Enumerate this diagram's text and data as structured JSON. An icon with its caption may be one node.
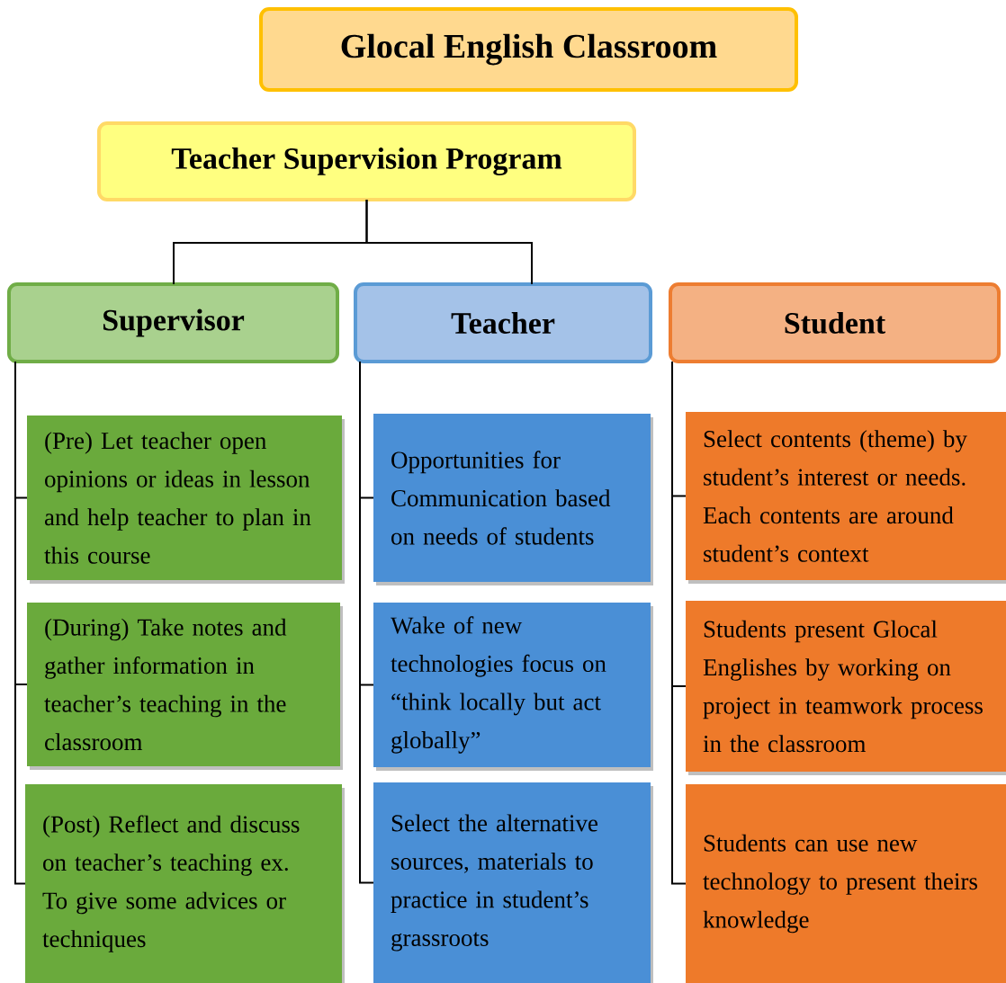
{
  "diagram": {
    "nodes": [
      {
        "text": [
          "Glocal English Classroom"
        ]
      },
      {
        "text": [
          "Teacher Supervision Program"
        ]
      },
      {
        "text": [
          "Supervisor"
        ]
      },
      {
        "text": [
          "Teacher"
        ]
      },
      {
        "text": [
          "Student"
        ]
      },
      {
        "text": [
          "(Pre) Let teacher open opinions or ideas in lesson and help teacher to plan in this course"
        ]
      },
      {
        "text": [
          "(During) Take notes and gather information in teacher’s teaching in the classroom"
        ]
      },
      {
        "text": [
          "(Post) Reflect and discuss on teacher’s teaching   ex. To give some advices or techniques"
        ]
      },
      {
        "text": [
          "Opportunities for Communication based on needs of students"
        ]
      },
      {
        "text": [
          "Wake of new technologies focus on “think locally but act globally”"
        ]
      },
      {
        "text": [
          "Select the alternative sources, materials to practice in student’s grassroots"
        ]
      },
      {
        "text": [
          "Select contents (theme) by student’s interest or needs. Each contents are around student’s context"
        ]
      },
      {
        "text": [
          "Students present Glocal Englishes by working on project in teamwork process in the classroom"
        ]
      },
      {
        "text": [
          "Students can use new technology to present theirs knowledge"
        ]
      }
    ],
    "edges": [
      {
        "from": 1,
        "to": 2,
        "arrow": "none"
      },
      {
        "from": 1,
        "to": 3,
        "arrow": "none"
      },
      {
        "from": 2,
        "to": 5,
        "arrow": "none"
      },
      {
        "from": 2,
        "to": 6,
        "arrow": "none"
      },
      {
        "from": 2,
        "to": 7,
        "arrow": "none"
      },
      {
        "from": 3,
        "to": 8,
        "arrow": "none"
      },
      {
        "from": 3,
        "to": 9,
        "arrow": "none"
      },
      {
        "from": 3,
        "to": 10,
        "arrow": "none"
      },
      {
        "from": 4,
        "to": 11,
        "arrow": "none"
      },
      {
        "from": 4,
        "to": 12,
        "arrow": "none"
      },
      {
        "from": 4,
        "to": 13,
        "arrow": "none"
      }
    ]
  }
}
